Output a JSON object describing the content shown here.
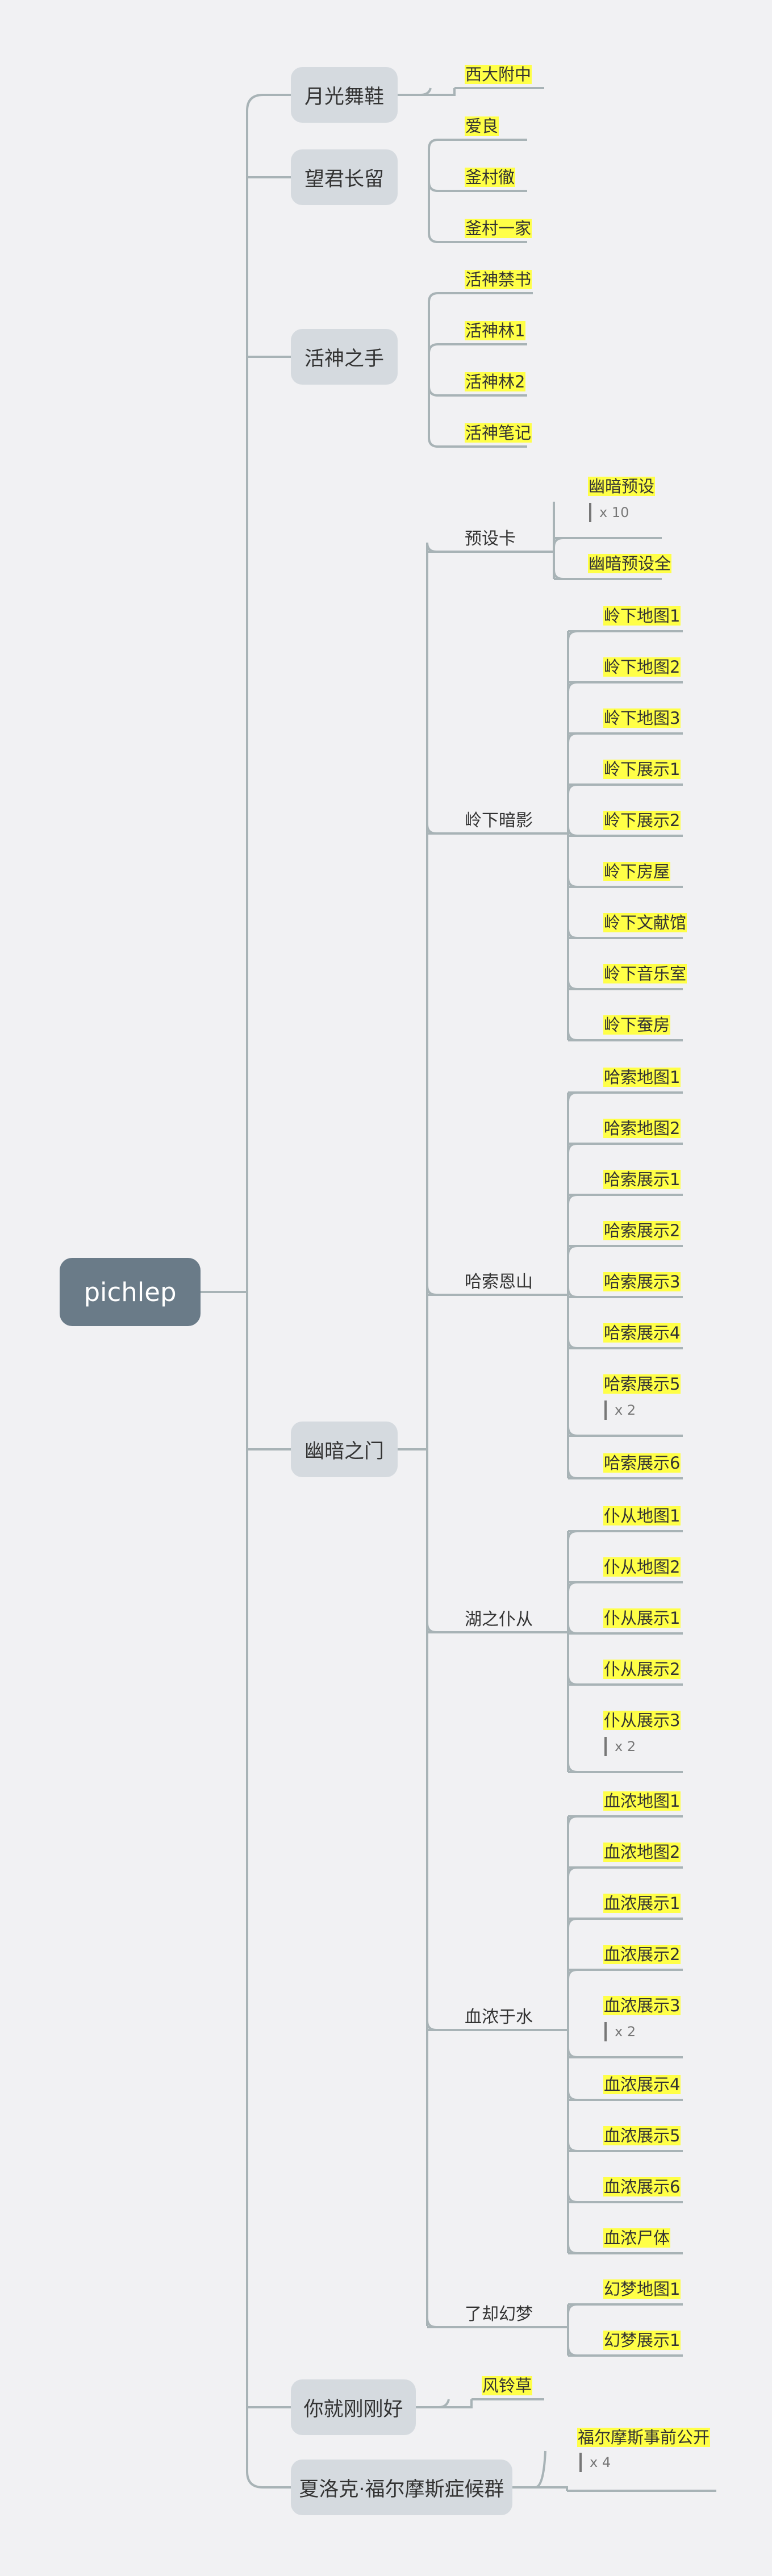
{
  "root": "pichlep",
  "topics": [
    {
      "label": "月光舞鞋",
      "leaves": [
        "西大附中"
      ]
    },
    {
      "label": "望君长留",
      "leaves": [
        "爱良",
        "釜村徹",
        "釜村一家"
      ]
    },
    {
      "label": "活神之手",
      "leaves": [
        "活神禁书",
        "活神林1",
        "活神林2",
        "活神笔记"
      ]
    },
    {
      "label": "幽暗之门",
      "sub": [
        {
          "label": "预设卡",
          "leaves": [
            "幽暗预设",
            "幽暗预设全"
          ],
          "counts": {
            "0": "x 10"
          }
        },
        {
          "label": "岭下暗影",
          "leaves": [
            "岭下地图1",
            "岭下地图2",
            "岭下地图3",
            "岭下展示1",
            "岭下展示2",
            "岭下房屋",
            "岭下文献馆",
            "岭下音乐室",
            "岭下蚕房"
          ]
        },
        {
          "label": "哈索恩山",
          "leaves": [
            "哈索地图1",
            "哈索地图2",
            "哈索展示1",
            "哈索展示2",
            "哈索展示3",
            "哈索展示4",
            "哈索展示5",
            "哈索展示6"
          ],
          "counts": {
            "6": "x 2"
          }
        },
        {
          "label": "湖之仆从",
          "leaves": [
            "仆从地图1",
            "仆从地图2",
            "仆从展示1",
            "仆从展示2",
            "仆从展示3"
          ],
          "counts": {
            "4": "x 2"
          }
        },
        {
          "label": "血浓于水",
          "leaves": [
            "血浓地图1",
            "血浓地图2",
            "血浓展示1",
            "血浓展示2",
            "血浓展示3",
            "血浓展示4",
            "血浓展示5",
            "血浓展示6",
            "血浓尸体"
          ],
          "counts": {
            "4": "x 2"
          }
        },
        {
          "label": "了却幻梦",
          "leaves": [
            "幻梦地图1",
            "幻梦展示1"
          ]
        }
      ]
    },
    {
      "label": "你就刚刚好",
      "leaves": [
        "风铃草"
      ]
    },
    {
      "label": "夏洛克·福尔摩斯症候群",
      "leaves": [
        "福尔摩斯事前公开"
      ],
      "counts": {
        "0": "x 4"
      }
    }
  ],
  "colors": {
    "line": "#a8b3b6",
    "root": "#6a7b88",
    "topic": "#d5dadf",
    "highlight": "#ffff47",
    "background": "#f1f1f3"
  }
}
